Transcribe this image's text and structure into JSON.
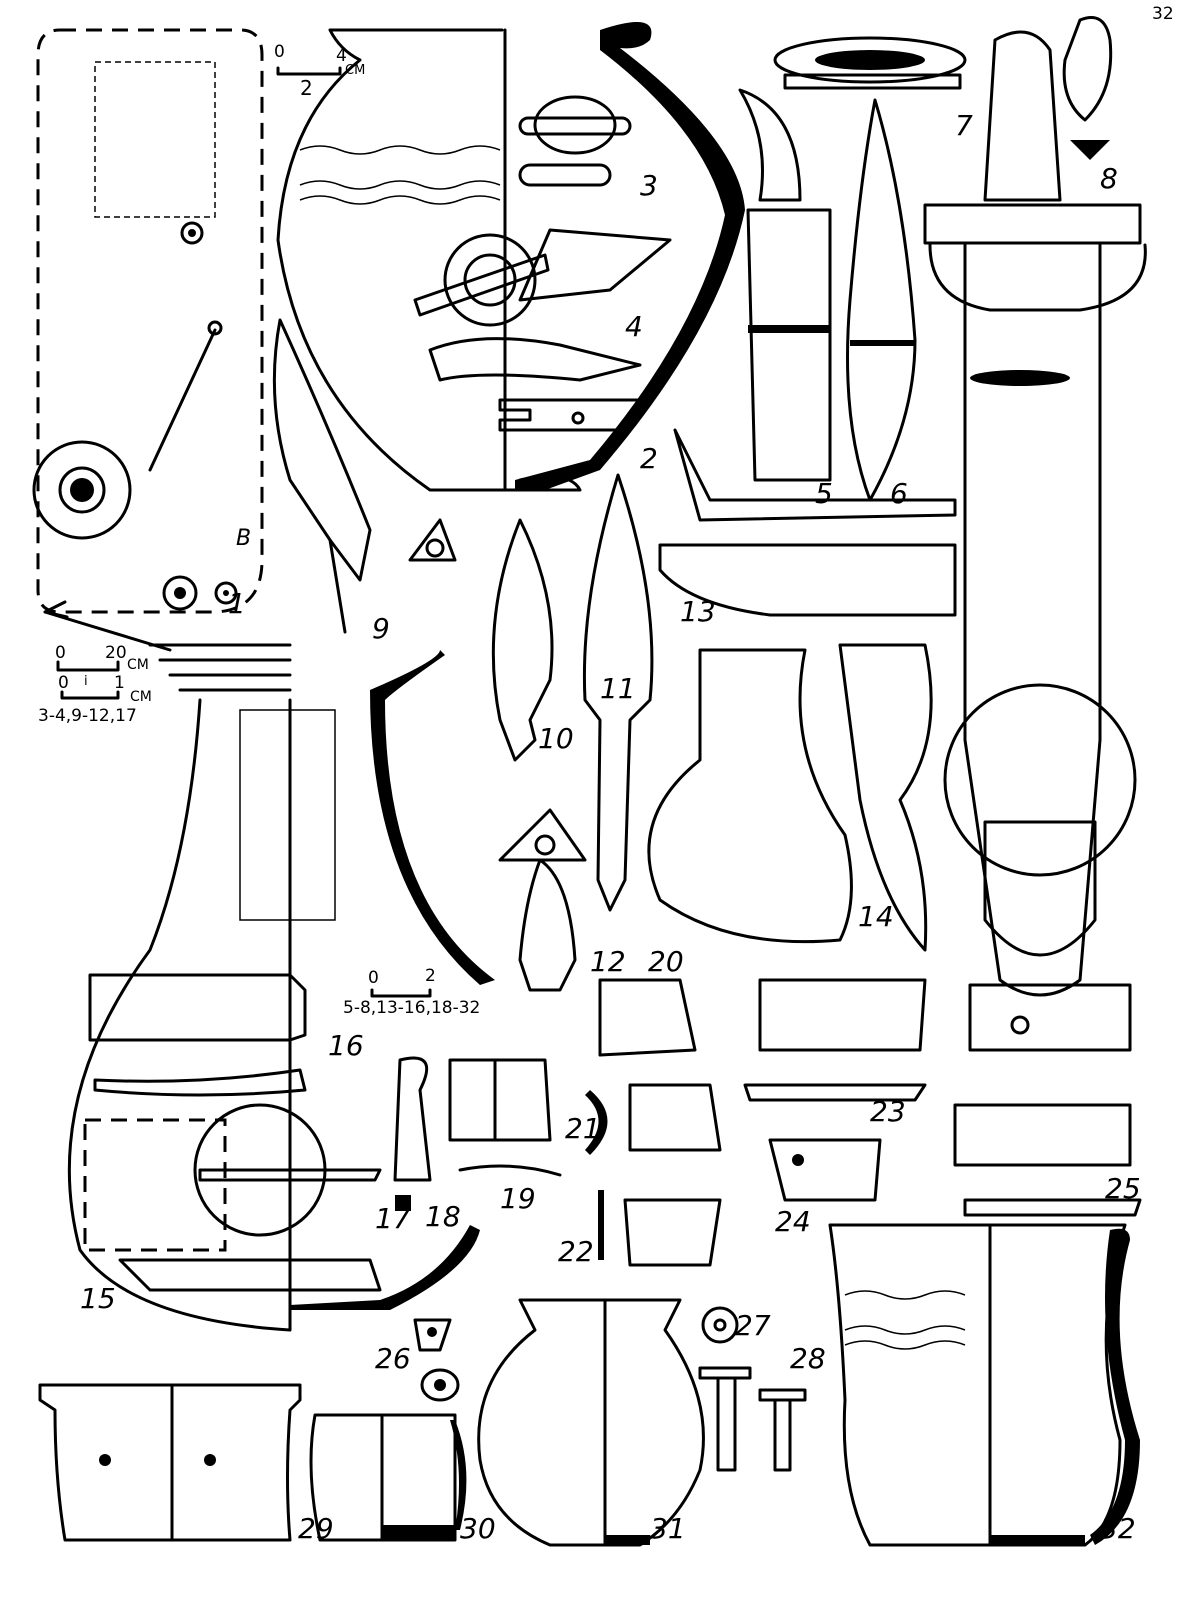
{
  "figure": {
    "item_numbers": [
      "1",
      "2",
      "3",
      "4",
      "5",
      "6",
      "7",
      "8",
      "9",
      "10",
      "11",
      "12",
      "13",
      "14",
      "15",
      "16",
      "17",
      "18",
      "19",
      "20",
      "21",
      "22",
      "23",
      "24",
      "25",
      "26",
      "27",
      "28",
      "29",
      "30",
      "31",
      "32"
    ],
    "corner_number": "32",
    "plan_letter": "B",
    "scales": {
      "scale_a": {
        "zero": "0",
        "max": "4",
        "unit": "CM",
        "ref": "2"
      },
      "scale_b": {
        "zero": "0",
        "max": "20",
        "unit": "CM"
      },
      "scale_c": {
        "zero": "0",
        "mid": "i",
        "max": "1",
        "unit": "CM",
        "applies": "3-4,9-12,17"
      },
      "scale_d": {
        "zero": "0",
        "max": "2",
        "applies": "5-8,13-16,18-32"
      }
    }
  }
}
